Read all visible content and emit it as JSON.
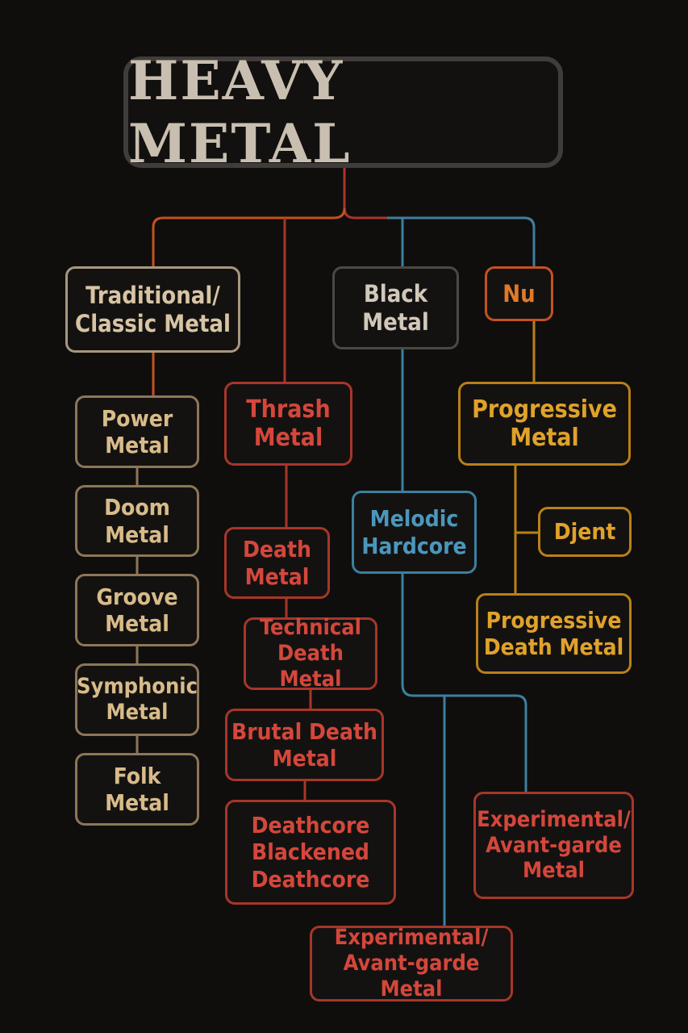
{
  "title": "HEAVY METAL",
  "colors": {
    "tan": "#a8977e",
    "red": "#a73629",
    "orange": "#c4521e",
    "amber": "#b98018",
    "blue": "#3c7fa0",
    "gray": "#4b4845"
  },
  "nodes": {
    "traditional": "Traditional/\nClassic Metal",
    "black": "Black\nMetal",
    "nu": "Nu",
    "power": "Power\nMetal",
    "doom": "Doom\nMetal",
    "groove": "Groove\nMetal",
    "symphonic": "Symphonic\nMetal",
    "folk": "Folk\nMetal",
    "thrash": "Thrash\nMetal",
    "death": "Death\nMetal",
    "technical_death": "Technical\nDeath Metal",
    "brutal_death": "Brutal Death\nMetal",
    "deathcore": "Deathcore\nBlackened\nDeathcore",
    "melodic_hardcore": "Melodic\nHardcore",
    "progressive": "Progressive\nMetal",
    "djent": "Djent",
    "progressive_death": "Progressive\nDeath Metal",
    "experimental_right": "Experimental/\nAvant-garde\nMetal",
    "experimental_bottom": "Experimental/\nAvant-garde Metal"
  }
}
